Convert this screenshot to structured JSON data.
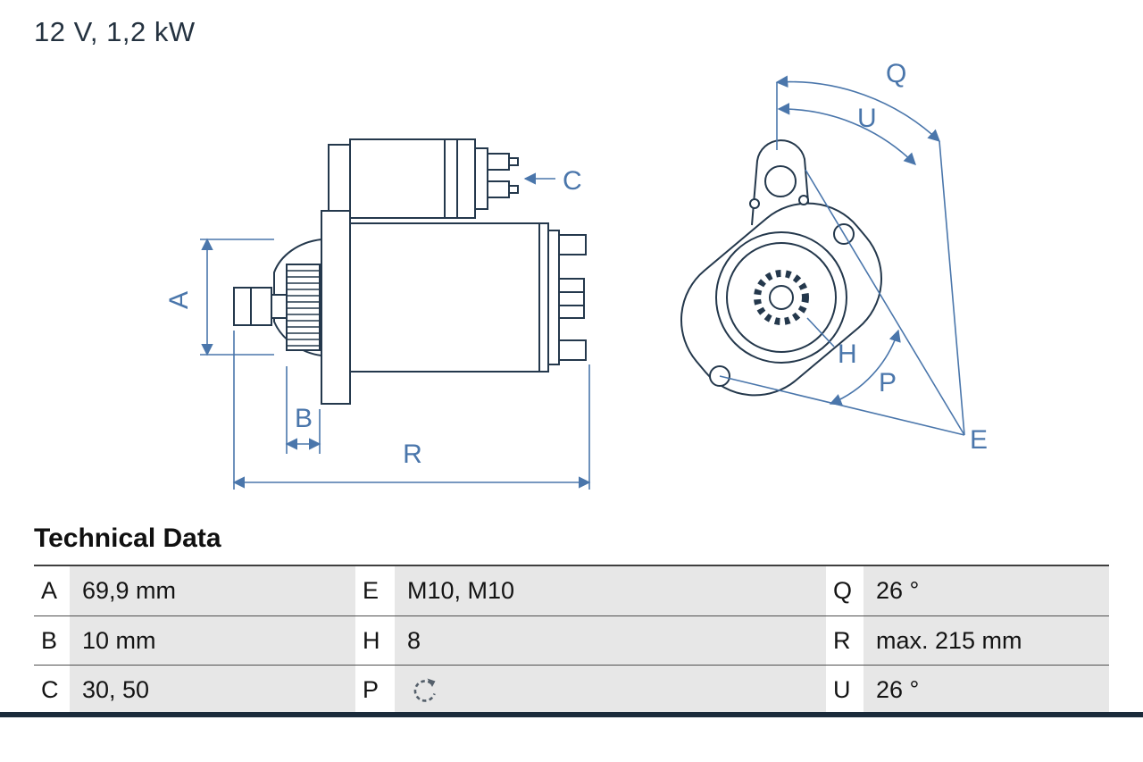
{
  "title": "12 V, 1,2 kW",
  "diagram": {
    "side_view_labels": {
      "A": "A",
      "B": "B",
      "C": "C",
      "R": "R"
    },
    "front_view_labels": {
      "Q": "Q",
      "U": "U",
      "H": "H",
      "P": "P",
      "E": "E"
    }
  },
  "technical_data": {
    "heading": "Technical Data",
    "rows": [
      {
        "c1_key": "A",
        "c1_value": "69,9 mm",
        "c2_key": "E",
        "c2_value": "M10, M10",
        "c3_key": "Q",
        "c3_value": "26 °"
      },
      {
        "c1_key": "B",
        "c1_value": "10 mm",
        "c2_key": "H",
        "c2_value": "8",
        "c3_key": "R",
        "c3_value": "max. 215 mm"
      },
      {
        "c1_key": "C",
        "c1_value": "30, 50",
        "c2_key": "P",
        "c2_value": "",
        "c2_icon": "counterclockwise-rotation",
        "c3_key": "U",
        "c3_value": "26 °"
      }
    ]
  },
  "colors": {
    "dimension_blue": "#4a76ab",
    "outline_navy": "#24384c",
    "table_value_bg": "#e7e7e7",
    "bottom_rule": "#1b2b3b"
  }
}
